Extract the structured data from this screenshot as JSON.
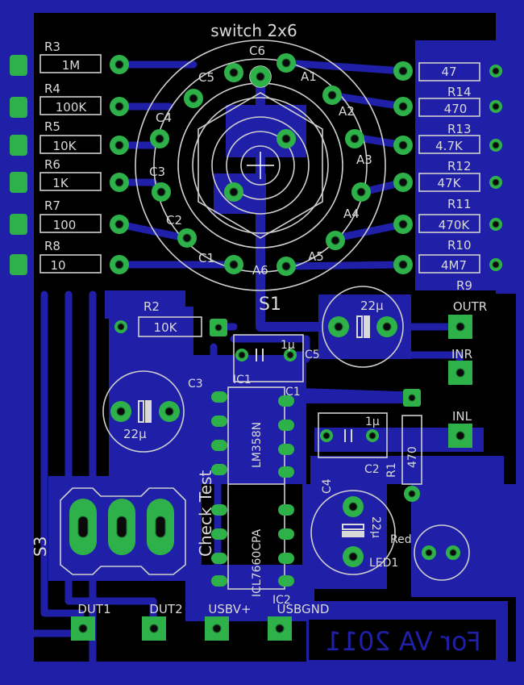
{
  "board_title": "switch 2x6",
  "switch_label": "S1",
  "switch_pins_left": [
    "C6",
    "C5",
    "C4",
    "C3",
    "C2",
    "C1"
  ],
  "switch_pins_right": [
    "A1",
    "A2",
    "A3",
    "A4",
    "A5",
    "A6"
  ],
  "left_resistors": [
    {
      "ref": "R3",
      "value": "1M"
    },
    {
      "ref": "R4",
      "value": "100K"
    },
    {
      "ref": "R5",
      "value": "10K"
    },
    {
      "ref": "R6",
      "value": "1K"
    },
    {
      "ref": "R7",
      "value": "100"
    },
    {
      "ref": "R8",
      "value": "10"
    }
  ],
  "right_resistors": [
    {
      "ref": "R14",
      "value": "47"
    },
    {
      "ref": "R13",
      "value": "470"
    },
    {
      "ref": "R12",
      "value": "4.7K"
    },
    {
      "ref": "R11",
      "value": "47K"
    },
    {
      "ref": "R10",
      "value": "470K"
    },
    {
      "ref": "R9",
      "value": "4M7"
    }
  ],
  "r2": {
    "ref": "R2",
    "value": "10K"
  },
  "r1": {
    "ref": "R1",
    "value": "470"
  },
  "caps": {
    "c5": {
      "ref": "C5",
      "value": "1µ"
    },
    "c3": {
      "ref": "C3",
      "value": "22µ"
    },
    "c1": {
      "ref": "C1",
      "value": "1µ"
    },
    "c2": {
      "ref": "C2"
    },
    "c4": {
      "ref": "C4",
      "value": "22µ"
    },
    "top": {
      "value": "22µ"
    }
  },
  "ic1": {
    "ref": "IC1",
    "part": "LM358N"
  },
  "ic2": {
    "ref": "IC2",
    "part": "ICL7660CPA"
  },
  "check_text": "Check Test",
  "s3": "S3",
  "led": {
    "ref": "LED1",
    "color": "Red"
  },
  "connectors": {
    "outr": "OUTR",
    "inr": "INR",
    "inl": "INL",
    "dut1": "DUT1",
    "dut2": "DUT2",
    "usbv": "USBV+",
    "usbgnd": "USBGND"
  },
  "footer_text": "For VA 2011",
  "colors": {
    "copper": "#1f1fa8",
    "pad": "#2fb14a",
    "silk": "#d9d9d9",
    "board": "#000000"
  }
}
